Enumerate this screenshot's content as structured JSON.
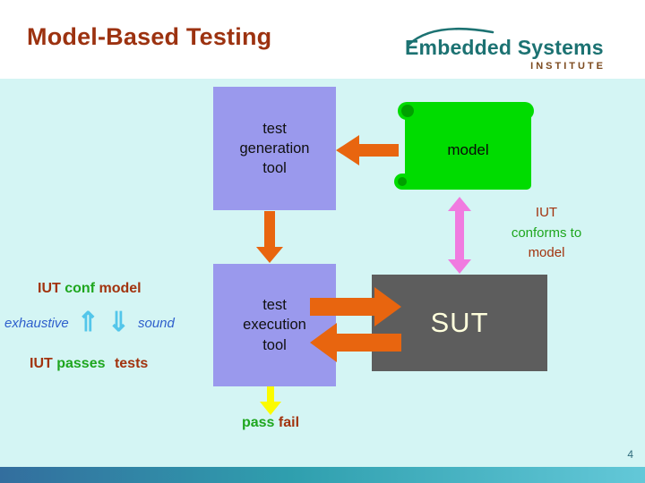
{
  "header": {
    "title": "Model-Based Testing",
    "logo_line1": "Embedded Systems",
    "logo_line2": "INSTITUTE"
  },
  "diagram": {
    "test_generation_tool": "test\ngeneration\ntool",
    "test_execution_tool": "test\nexecution\ntool",
    "model": "model",
    "sut": "SUT",
    "conforms_note": {
      "line1": "IUT",
      "line2": "conforms to",
      "line3": "model"
    },
    "conf_line": {
      "iut": "IUT",
      "conf": "conf",
      "model": "model"
    },
    "soundness_line": {
      "exhaustive": "exhaustive",
      "up_arrow": "⇑",
      "down_arrow": "⇓",
      "sound": "sound"
    },
    "passes_line": {
      "iut": "IUT",
      "passes": "passes",
      "tests": "tests"
    },
    "verdict_line": {
      "pass": "pass",
      "fail": "fail"
    }
  },
  "footer": {
    "page_number": "4"
  },
  "colors": {
    "background_cyan": "#D4F5F4",
    "title_darkred": "#9C3210",
    "box_purple": "#9A99ED",
    "model_green": "#00DC00",
    "sut_gray": "#5D5D5D",
    "sut_text": "#FFFFDC",
    "arrow_orange": "#E8650F",
    "arrow_pink": "#F07BE0",
    "arrow_yellow": "#FBFB00",
    "text_darkred": "#A2330E",
    "text_green": "#1EA61E",
    "text_blue": "#2E5FCC",
    "arrow_cyan": "#53C6EA",
    "logo_teal": "#1C7272",
    "logo_brown": "#7C4A1E",
    "footer_bar_teal": "#2F9FAE"
  }
}
